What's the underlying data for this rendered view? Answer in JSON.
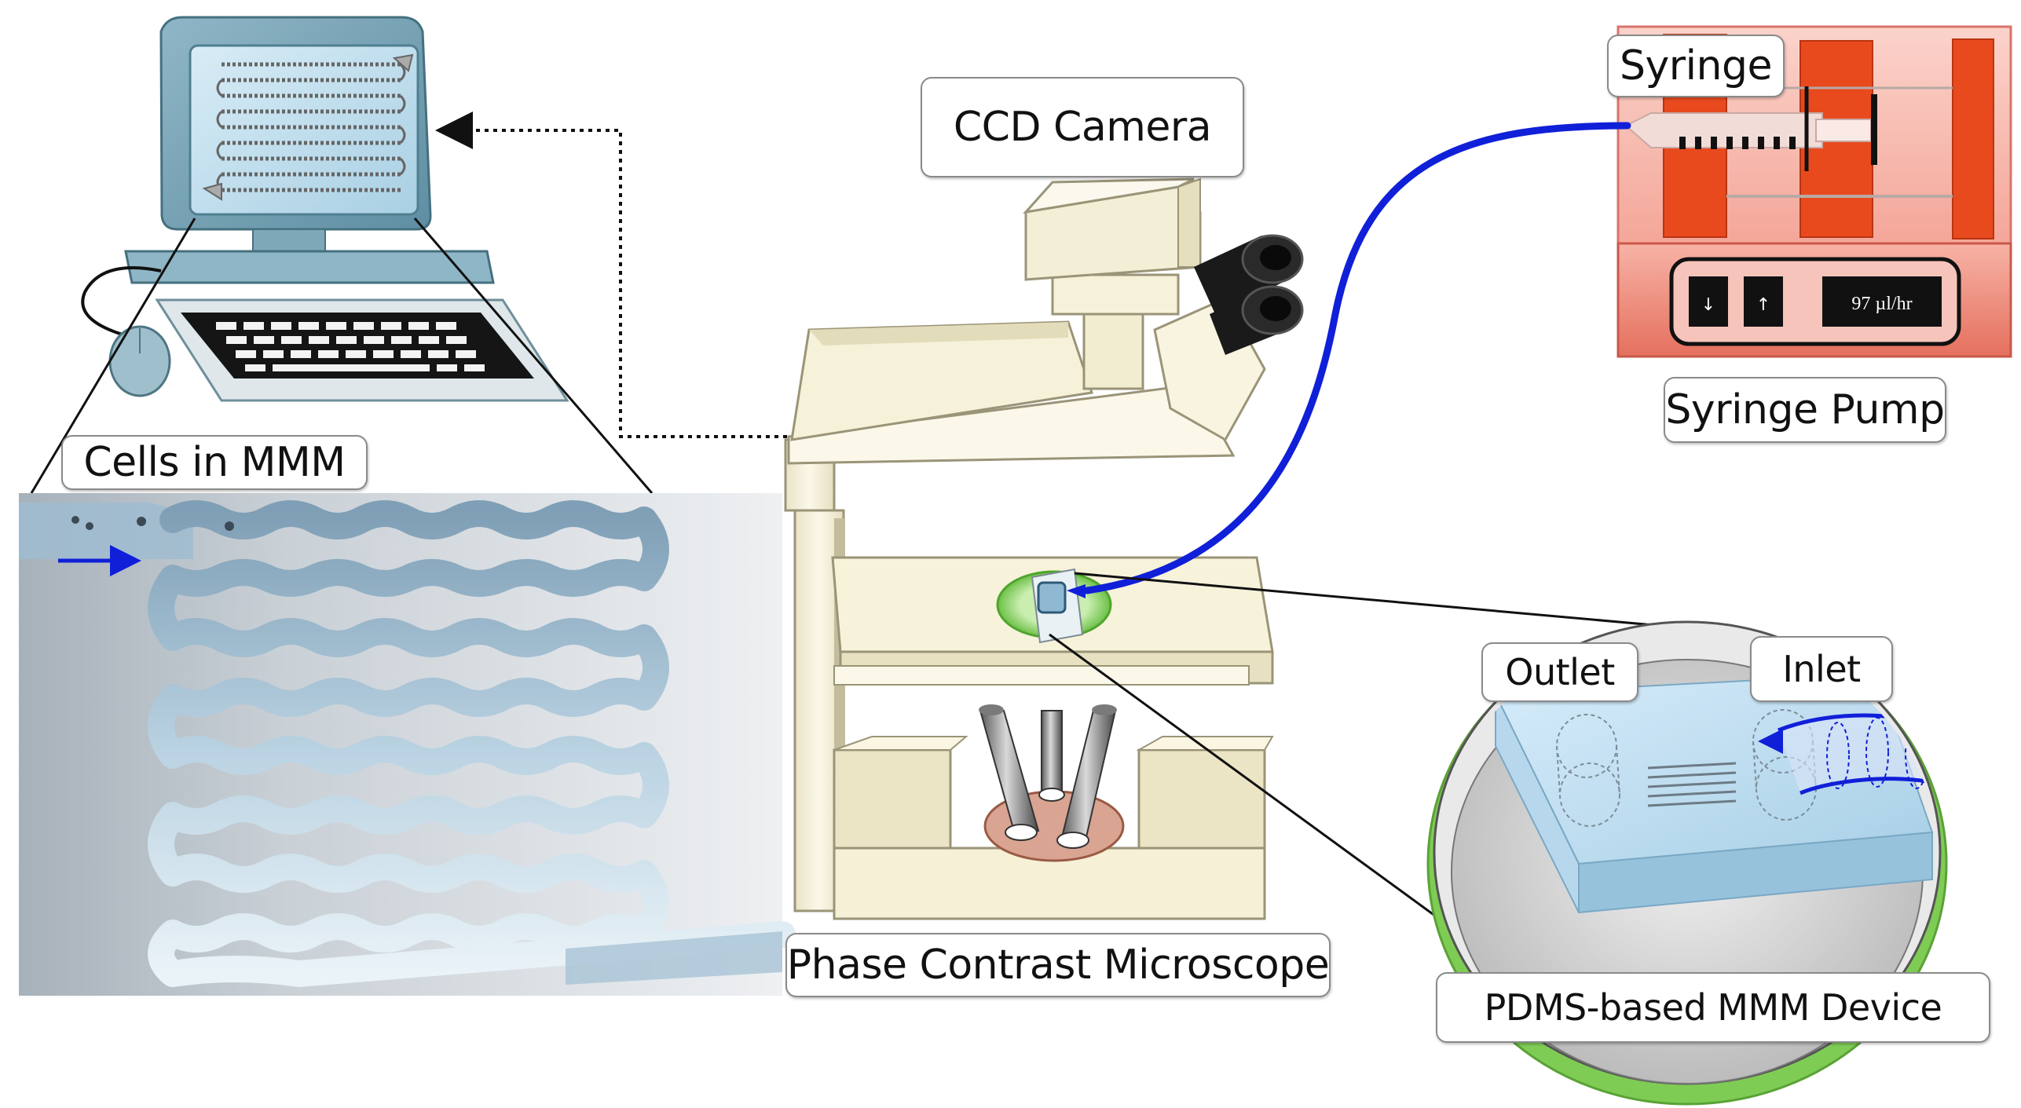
{
  "labels": {
    "ccd_camera": "CCD Camera",
    "syringe": "Syringe",
    "syringe_pump": "Syringe Pump",
    "cells_in_mmm": "Cells in MMM",
    "phase_contrast_microscope": "Phase Contrast Microscope",
    "outlet": "Outlet",
    "inlet": "Inlet",
    "pdms_device": "PDMS-based MMM Device"
  },
  "pump_display": {
    "down_symbol": "↓",
    "up_symbol": "↑",
    "flow_rate": "97 µl/hr"
  },
  "colors": {
    "tubing_blue": "#1020d8",
    "pump_red": "#e84a1e",
    "pump_panel": "#f3a59a",
    "stage_green": "#7fcc55",
    "channel_blue": "#a9c7dc",
    "microscope_body": "#f6f1d9"
  }
}
